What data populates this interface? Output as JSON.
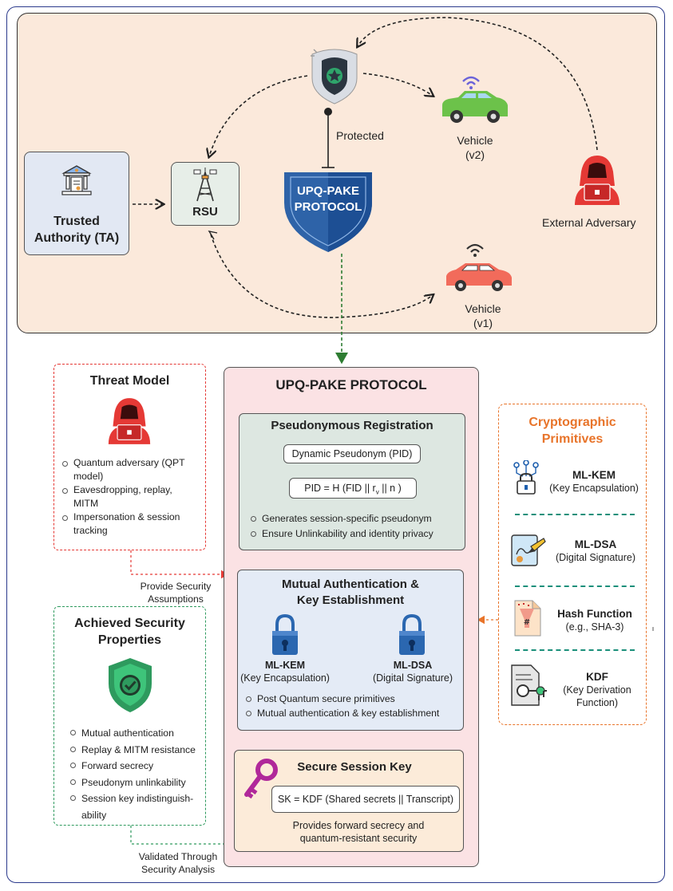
{
  "top": {
    "ta_label_1": "Trusted",
    "ta_label_2": "Authority (TA)",
    "rsu_label": "RSU",
    "protected_label": "Protected",
    "shield_line_1": "UPQ-PAKE",
    "shield_line_2": "PROTOCOL",
    "vehicle2_label_1": "Vehicle",
    "vehicle2_label_2": "(v2)",
    "vehicle1_label_1": "Vehicle",
    "vehicle1_label_2": "(v1)",
    "adversary_label": "External Adversary"
  },
  "threat_model": {
    "title": "Threat Model",
    "items": [
      "Quantum adversary (QPT model)",
      "Eavesdropping, replay, MITM",
      "Impersonation & session tracking"
    ]
  },
  "provide_security_label_1": "Provide Security",
  "provide_security_label_2": "Assumptions",
  "achieved": {
    "title_1": "Achieved Security",
    "title_2": "Properties",
    "items": [
      "Mutual authentication",
      "Replay & MITM resistance",
      "Forward secrecy",
      "Pseudonym unlinkability",
      "Session key indistinguish-ability"
    ]
  },
  "validated_label_1": "Validated Through",
  "validated_label_2": "Security Analysis",
  "protocol": {
    "title": "UPQ-PAKE PROTOCOL",
    "registration": {
      "title": "Pseudonymous Registration",
      "pid_box": "Dynamic Pseudonym (PID)",
      "formula_prefix": "PID = H (FID || r",
      "formula_sub": "v",
      "formula_suffix": " || n )",
      "items": [
        "Generates session-specific pseudonym",
        "Ensure Unlinkability and identity privacy"
      ]
    },
    "auth": {
      "title_1": "Mutual Authentication &",
      "title_2": "Key Establishment",
      "kem_name": "ML-KEM",
      "kem_desc": "(Key Encapsulation)",
      "dsa_name": "ML-DSA",
      "dsa_desc": "(Digital Signature)",
      "items": [
        "Post Quantum secure primitives",
        "Mutual authentication & key establishment"
      ]
    },
    "session": {
      "title": "Secure Session Key",
      "formula": "SK = KDF (Shared secrets || Transcript)",
      "desc_1": "Provides forward secrecy and",
      "desc_2": "quantum-resistant security"
    }
  },
  "primitives": {
    "title_1": "Cryptographic",
    "title_2": "Primitives",
    "kem_name": "ML-KEM",
    "kem_desc": "(Key Encapsulation)",
    "dsa_name": "ML-DSA",
    "dsa_desc": "(Digital Signature)",
    "hash_name": "Hash Function",
    "hash_desc": "(e.g., SHA-3)",
    "kdf_name": "KDF",
    "kdf_desc_1": "(Key Derivation",
    "kdf_desc_2": "Function)"
  },
  "colors": {
    "threat_red": "#e53935",
    "shield_blue": "#1e5fae",
    "primitive_orange": "#e8742a",
    "green_border": "#2e9a5e",
    "lock_blue": "#2b67b0"
  }
}
